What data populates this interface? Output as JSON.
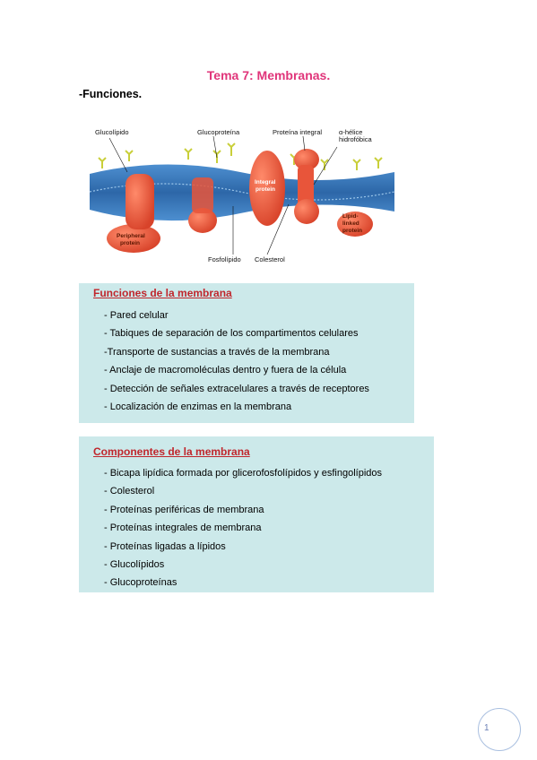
{
  "title": "Tema 7: Membranas.",
  "section_heading": "-Funciones.",
  "figure": {
    "labels": {
      "glucolipido": "Glucolípido",
      "glucoproteina": "Glucoproteína",
      "proteina_integral": "Proteína integral",
      "alpha_helice": "α-hélice",
      "hidrofobica": "hidrofóbica",
      "integral_protein_1": "Integral",
      "integral_protein_2": "protein",
      "peripheral_protein_1": "Peripheral",
      "peripheral_protein_2": "protein",
      "lipid_linked_1": "Lipid-",
      "lipid_linked_2": "linked",
      "lipid_linked_3": "protein",
      "fosfolipido": "Fosfolípido",
      "colesterol": "Colesterol"
    }
  },
  "box_funciones": {
    "heading": "Funciones de la membrana",
    "items": [
      "- Pared celular",
      "- Tabiques de separación de los compartimentos celulares",
      "-Transporte de sustancias a través de la membrana",
      "- Anclaje de macromoléculas dentro y fuera de la célula",
      "- Detección de señales extracelulares a través de receptores",
      "- Localización de enzimas en la membrana"
    ]
  },
  "box_componentes": {
    "heading": "Componentes de la membrana",
    "items": [
      "- Bicapa lipídica formada por glicerofosfolípidos y esfingolípidos",
      "- Colesterol",
      "- Proteínas periféricas de membrana",
      "- Proteínas integrales de membrana",
      "- Proteínas ligadas a lípidos",
      "- Glucolípidos",
      "- Glucoproteínas"
    ]
  },
  "page_number": "1",
  "colors": {
    "title": "#e0357a",
    "box_background": "#cce9ea",
    "box_heading": "#c0262c",
    "membrane": "#3f7fc0",
    "protein": "#e8553a"
  }
}
